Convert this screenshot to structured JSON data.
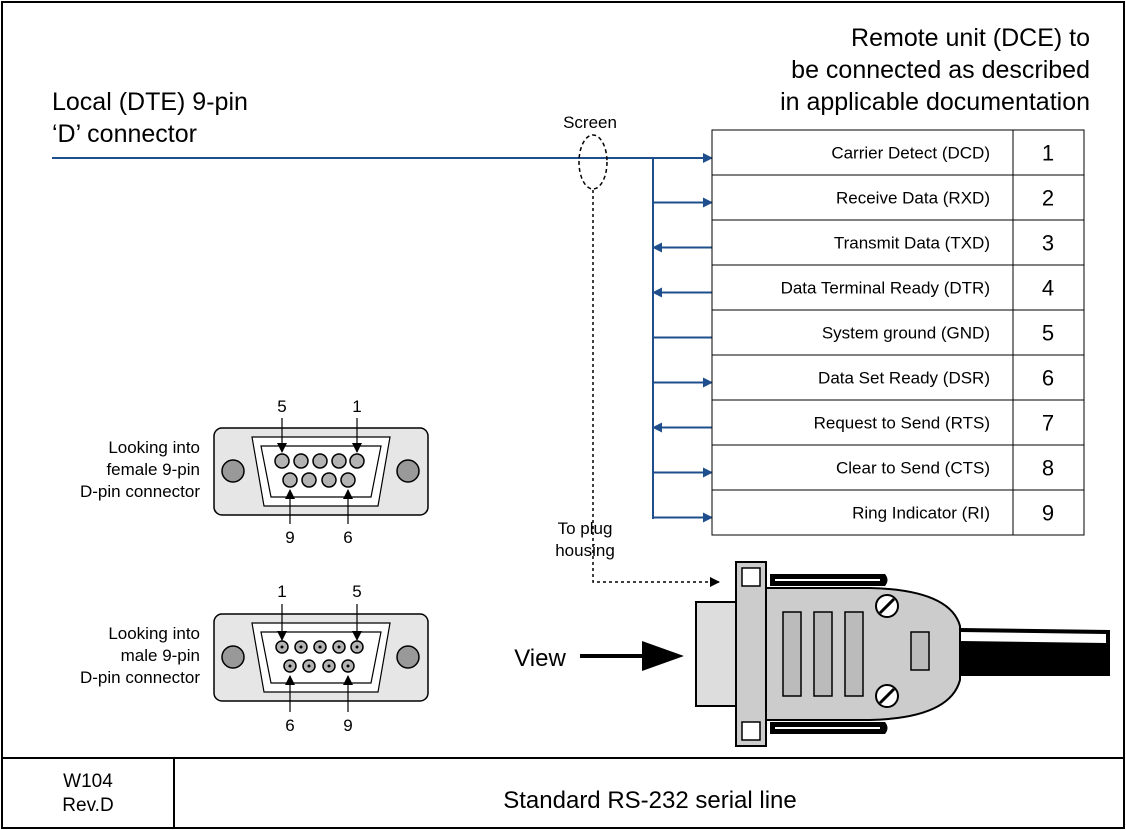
{
  "local": {
    "line1": "Local (DTE) 9-pin",
    "line2": "‘D’ connector"
  },
  "remote": {
    "line1": "Remote unit (DCE) to",
    "line2": "be connected as described",
    "line3": "in applicable documentation"
  },
  "screen_label": "Screen",
  "plug_label": {
    "line1": "To plug",
    "line2": "housing"
  },
  "view_label": "View",
  "pins": [
    {
      "num": "1",
      "label": "Carrier Detect (DCD)",
      "dir": "in"
    },
    {
      "num": "2",
      "label": "Receive Data (RXD)",
      "dir": "in"
    },
    {
      "num": "3",
      "label": "Transmit Data (TXD)",
      "dir": "out"
    },
    {
      "num": "4",
      "label": "Data Terminal Ready (DTR)",
      "dir": "out"
    },
    {
      "num": "5",
      "label": "System ground (GND)",
      "dir": "none"
    },
    {
      "num": "6",
      "label": "Data Set Ready (DSR)",
      "dir": "in"
    },
    {
      "num": "7",
      "label": "Request to Send (RTS)",
      "dir": "out"
    },
    {
      "num": "8",
      "label": "Clear to Send (CTS)",
      "dir": "in"
    },
    {
      "num": "9",
      "label": "Ring Indicator (RI)",
      "dir": "in"
    }
  ],
  "female": {
    "caption1": "Looking into",
    "caption2": "female 9-pin",
    "caption3": "D-pin connector",
    "top_left": "5",
    "top_right": "1",
    "bottom_left": "9",
    "bottom_right": "6"
  },
  "male": {
    "caption1": "Looking into",
    "caption2": "male 9-pin",
    "caption3": "D-pin connector",
    "top_left": "1",
    "top_right": "5",
    "bottom_left": "6",
    "bottom_right": "9"
  },
  "footer": {
    "code": "W104",
    "rev": "Rev.D",
    "title": "Standard RS-232 serial line"
  },
  "colors": {
    "wire": "#1f4e8c",
    "border": "#000000",
    "connector_fill": "#e6e6e6",
    "pin_fill": "#b3b3b3",
    "plug_fill": "#cccccc"
  }
}
